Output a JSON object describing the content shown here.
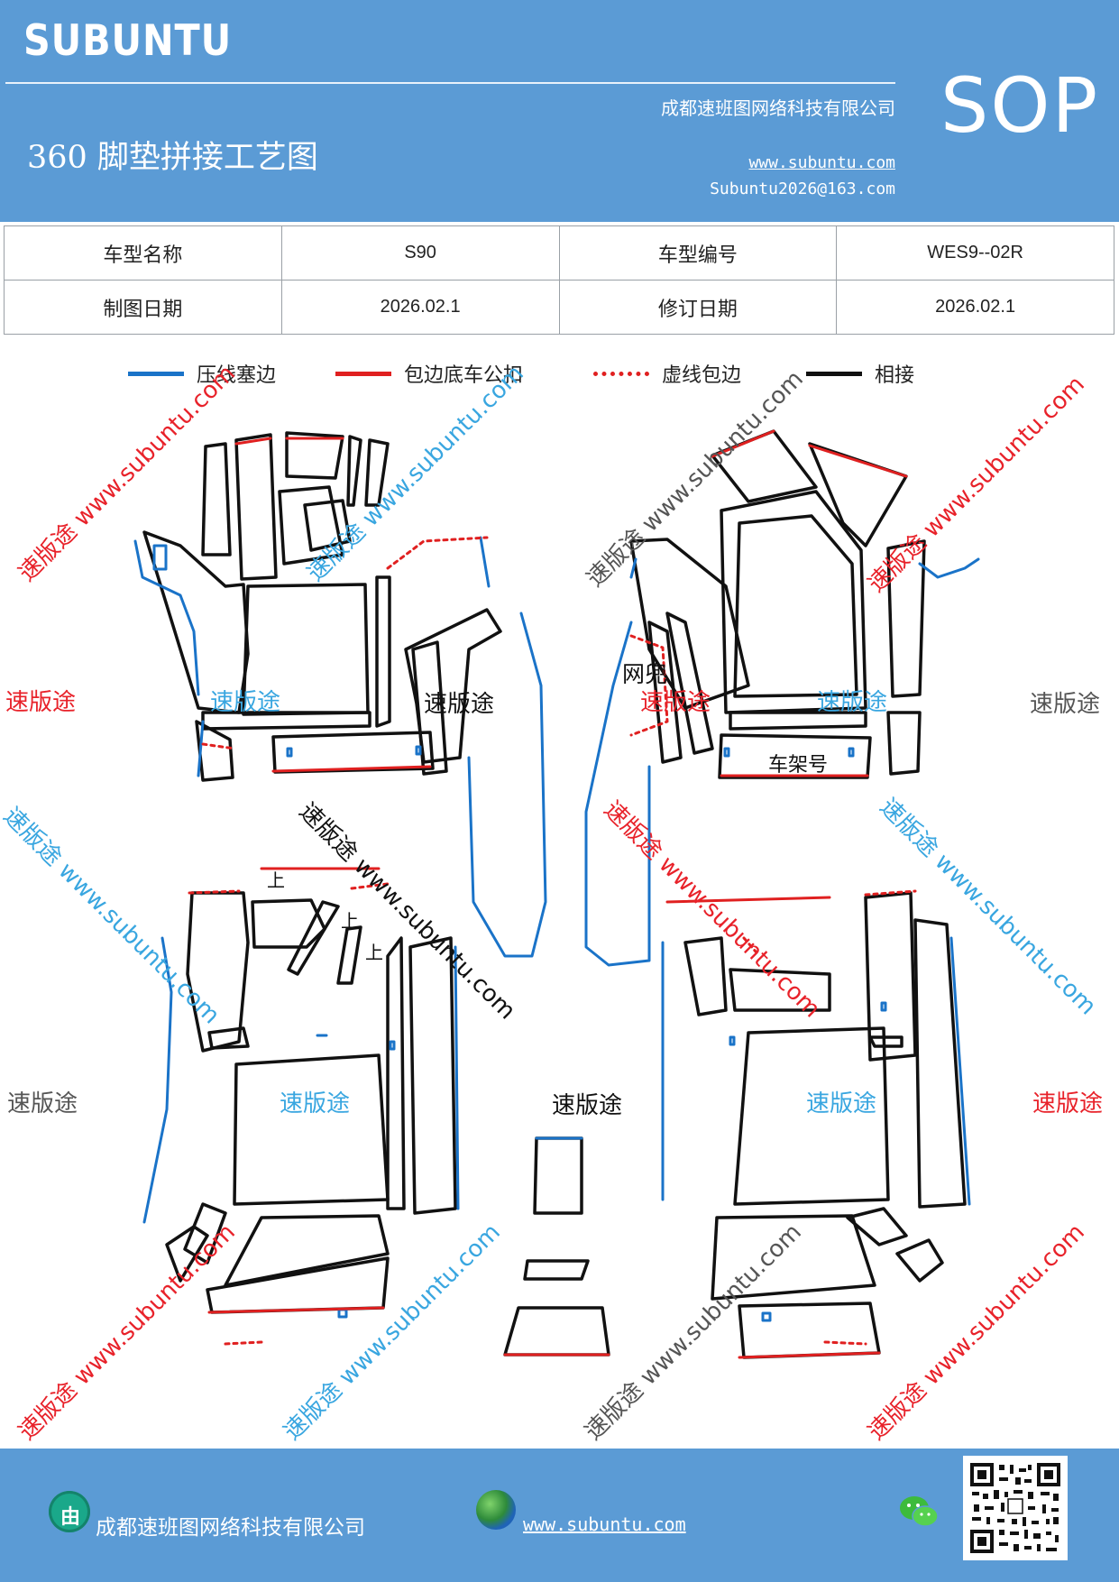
{
  "header": {
    "brand": "SUBUNTU",
    "company": "成都速班图网络科技有限公司",
    "sop": "SOP",
    "title": "360 脚垫拼接工艺图",
    "url": "www.subuntu.com",
    "email": "Subuntu2026@163.com",
    "bg_color": "#5b9bd5"
  },
  "info_table": {
    "rows": [
      [
        "车型名称",
        "S90",
        "车型编号",
        "WES9--02R"
      ],
      [
        "制图日期",
        "2026.02.1",
        "修订日期",
        "2026.02.1"
      ]
    ]
  },
  "legend": [
    {
      "label": "压线塞边",
      "color": "#1a73c8",
      "style": "solid"
    },
    {
      "label": "包边底车公扣",
      "color": "#e02020",
      "style": "solid"
    },
    {
      "label": "虚线包边",
      "color": "#e02020",
      "style": "dotted"
    },
    {
      "label": "相接",
      "color": "#111111",
      "style": "solid"
    }
  ],
  "diagram_labels": {
    "net_pocket": "网兜",
    "frame_number": "车架号",
    "up_marks": [
      "上",
      "上",
      "上"
    ]
  },
  "watermarks": {
    "text": "速版途",
    "url": "www.subuntu.com",
    "colors": {
      "red": "#e8222a",
      "blue": "#39a6e0",
      "gray": "#555555",
      "black": "#111111"
    }
  },
  "footer": {
    "logo_glyph": "由",
    "company": "成都速班图网络科技有限公司",
    "url": "www.subuntu.com",
    "wechat_icon": "wechat-icon",
    "qr_icon": "qr-code-icon"
  }
}
